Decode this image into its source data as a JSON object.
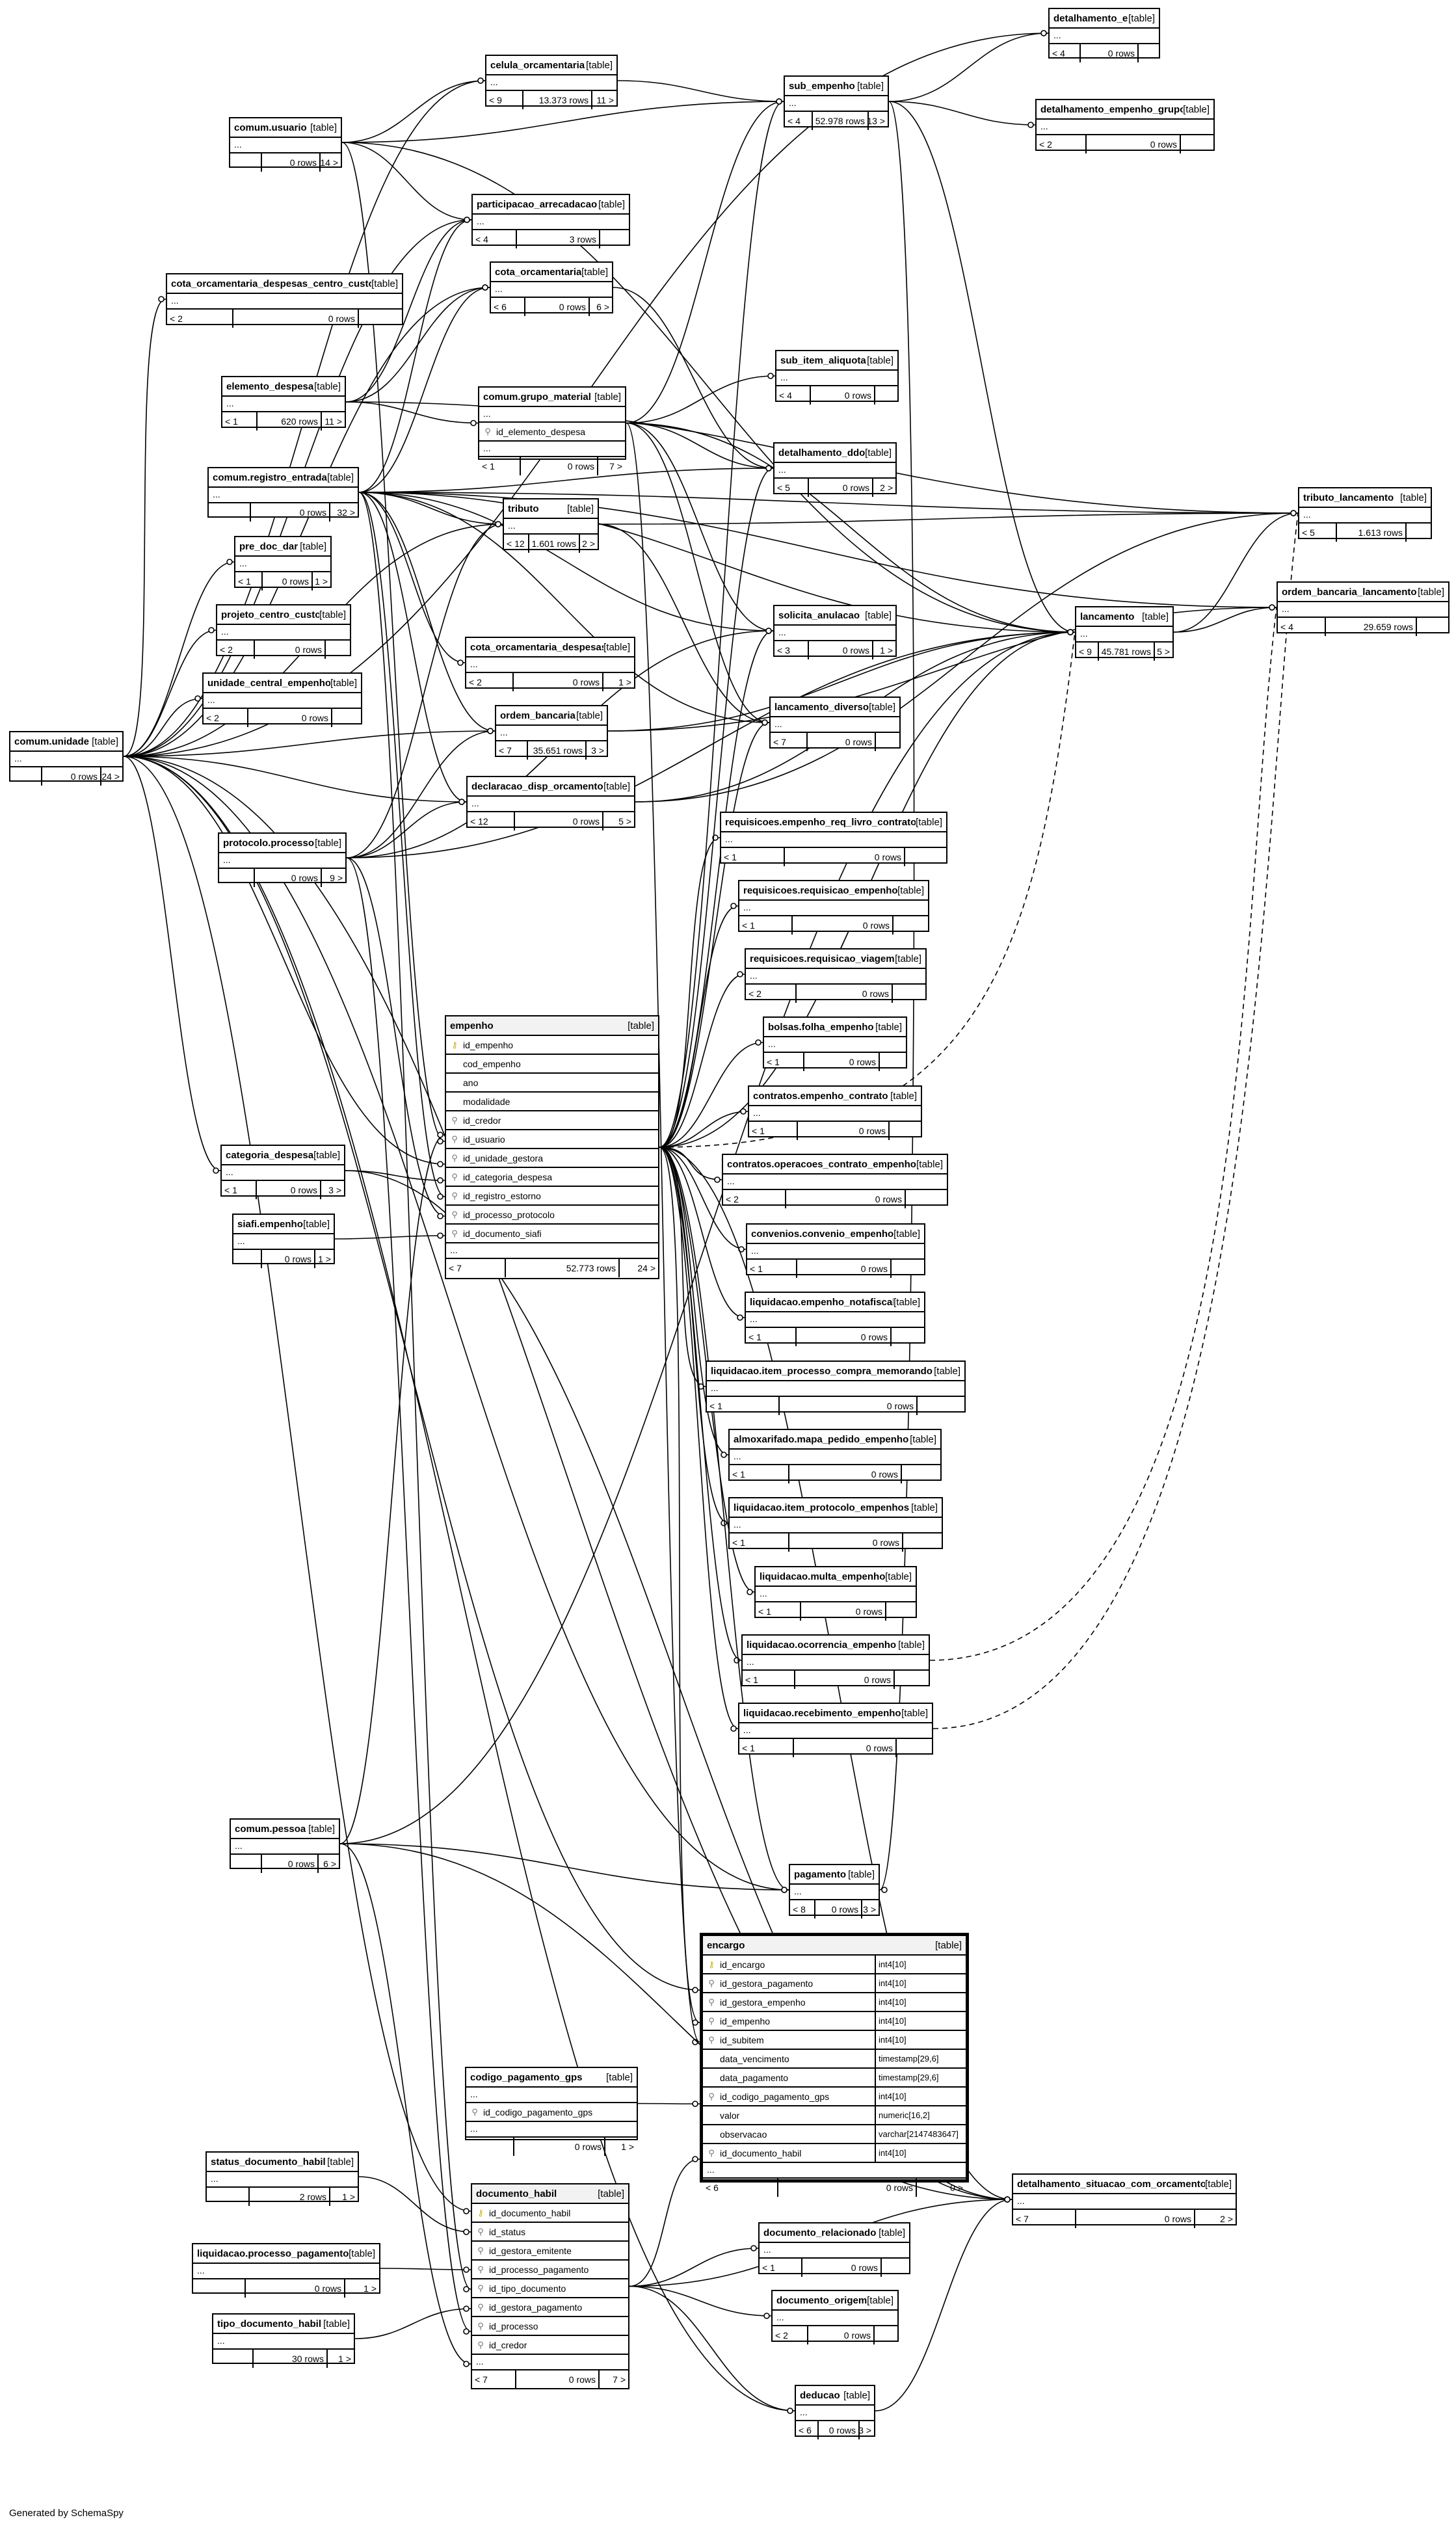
{
  "tag": "[table]",
  "footer": "Generated by SchemaSpy",
  "tables": {
    "detalhamento_empenho": {
      "name": "detalhamento_empenho",
      "parents": "< 4",
      "rows": "0 rows",
      "children": ""
    },
    "celula_orcamentaria": {
      "name": "celula_orcamentaria",
      "parents": "< 9",
      "rows": "13.373 rows",
      "children": "11 >"
    },
    "sub_empenho": {
      "name": "sub_empenho",
      "parents": "< 4",
      "rows": "52.978 rows",
      "children": "13 >"
    },
    "detalhamento_empenho_grupo": {
      "name": "detalhamento_empenho_grupo",
      "parents": "< 2",
      "rows": "0 rows",
      "children": ""
    },
    "comum_usuario": {
      "name": "comum.usuario",
      "parents": "",
      "rows": "0 rows",
      "children": "14 >"
    },
    "participacao_arrecadacao": {
      "name": "participacao_arrecadacao",
      "parents": "< 4",
      "rows": "3 rows",
      "children": ""
    },
    "cota_orcamentaria_despesas_centro_custo": {
      "name": "cota_orcamentaria_despesas_centro_custo",
      "parents": "< 2",
      "rows": "0 rows",
      "children": ""
    },
    "cota_orcamentaria": {
      "name": "cota_orcamentaria",
      "parents": "< 6",
      "rows": "0 rows",
      "children": "6 >"
    },
    "sub_item_aliquota": {
      "name": "sub_item_aliquota",
      "parents": "< 4",
      "rows": "0 rows",
      "children": ""
    },
    "elemento_despesa": {
      "name": "elemento_despesa",
      "parents": "< 1",
      "rows": "620 rows",
      "children": "11 >"
    },
    "comum_grupo_material": {
      "name": "comum.grupo_material",
      "parents": "< 1",
      "rows": "0 rows",
      "children": "7 >",
      "column": "id_elemento_despesa"
    },
    "detalhamento_ddo": {
      "name": "detalhamento_ddo",
      "parents": "< 5",
      "rows": "0 rows",
      "children": "2 >"
    },
    "comum_registro_entrada": {
      "name": "comum.registro_entrada",
      "parents": "",
      "rows": "0 rows",
      "children": "32 >"
    },
    "tributo": {
      "name": "tributo",
      "parents": "< 12",
      "rows": "1.601 rows",
      "children": "2 >"
    },
    "tributo_lancamento": {
      "name": "tributo_lancamento",
      "parents": "< 5",
      "rows": "1.613 rows",
      "children": ""
    },
    "pre_doc_dar": {
      "name": "pre_doc_dar",
      "parents": "< 1",
      "rows": "0 rows",
      "children": "1 >"
    },
    "ordem_bancaria_lancamento": {
      "name": "ordem_bancaria_lancamento",
      "parents": "< 4",
      "rows": "29.659 rows",
      "children": ""
    },
    "projeto_centro_custo": {
      "name": "projeto_centro_custo",
      "parents": "< 2",
      "rows": "0 rows",
      "children": ""
    },
    "solicita_anulacao": {
      "name": "solicita_anulacao",
      "parents": "< 3",
      "rows": "0 rows",
      "children": "1 >"
    },
    "lancamento": {
      "name": "lancamento",
      "parents": "< 9",
      "rows": "45.781 rows",
      "children": "5 >"
    },
    "cota_orcamentaria_despesas": {
      "name": "cota_orcamentaria_despesas",
      "parents": "< 2",
      "rows": "0 rows",
      "children": "1 >"
    },
    "unidade_central_empenho": {
      "name": "unidade_central_empenho",
      "parents": "< 2",
      "rows": "0 rows",
      "children": ""
    },
    "lancamento_diverso": {
      "name": "lancamento_diverso",
      "parents": "< 7",
      "rows": "0 rows",
      "children": ""
    },
    "ordem_bancaria": {
      "name": "ordem_bancaria",
      "parents": "< 7",
      "rows": "35.651 rows",
      "children": "3 >"
    },
    "comum_unidade": {
      "name": "comum.unidade",
      "parents": "",
      "rows": "0 rows",
      "children": "24 >"
    },
    "declaracao_disp_orcamento": {
      "name": "declaracao_disp_orcamento",
      "parents": "< 12",
      "rows": "0 rows",
      "children": "5 >"
    },
    "requisicoes_empenho_req_livro_contrato": {
      "name": "requisicoes.empenho_req_livro_contrato",
      "parents": "< 1",
      "rows": "0 rows",
      "children": ""
    },
    "protocolo_processo": {
      "name": "protocolo.processo",
      "parents": "",
      "rows": "0 rows",
      "children": "9 >"
    },
    "requisicoes_requisicao_empenho": {
      "name": "requisicoes.requisicao_empenho",
      "parents": "< 1",
      "rows": "0 rows",
      "children": ""
    },
    "requisicoes_requisicao_viagem": {
      "name": "requisicoes.requisicao_viagem",
      "parents": "< 2",
      "rows": "0 rows",
      "children": ""
    },
    "bolsas_folha_empenho": {
      "name": "bolsas.folha_empenho",
      "parents": "< 1",
      "rows": "0 rows",
      "children": ""
    },
    "contratos_empenho_contrato": {
      "name": "contratos.empenho_contrato",
      "parents": "< 1",
      "rows": "0 rows",
      "children": ""
    },
    "contratos_operacoes_contrato_empenho": {
      "name": "contratos.operacoes_contrato_empenho",
      "parents": "< 2",
      "rows": "0 rows",
      "children": ""
    },
    "convenios_convenio_empenho": {
      "name": "convenios.convenio_empenho",
      "parents": "< 1",
      "rows": "0 rows",
      "children": ""
    },
    "liquidacao_empenho_notafiscal": {
      "name": "liquidacao.empenho_notafiscal",
      "parents": "< 1",
      "rows": "0 rows",
      "children": ""
    },
    "liquidacao_item_processo_compra_memorando": {
      "name": "liquidacao.item_processo_compra_memorando",
      "parents": "< 1",
      "rows": "0 rows",
      "children": ""
    },
    "almoxarifado_mapa_pedido_empenho": {
      "name": "almoxarifado.mapa_pedido_empenho",
      "parents": "< 1",
      "rows": "0 rows",
      "children": ""
    },
    "liquidacao_item_protocolo_empenhos": {
      "name": "liquidacao.item_protocolo_empenhos",
      "parents": "< 1",
      "rows": "0 rows",
      "children": ""
    },
    "liquidacao_multa_empenho": {
      "name": "liquidacao.multa_empenho",
      "parents": "< 1",
      "rows": "0 rows",
      "children": ""
    },
    "liquidacao_ocorrencia_empenho": {
      "name": "liquidacao.ocorrencia_empenho",
      "parents": "< 1",
      "rows": "0 rows",
      "children": ""
    },
    "liquidacao_recebimento_empenho": {
      "name": "liquidacao.recebimento_empenho",
      "parents": "< 1",
      "rows": "0 rows",
      "children": ""
    },
    "categoria_despesa": {
      "name": "categoria_despesa",
      "parents": "< 1",
      "rows": "0 rows",
      "children": "3 >"
    },
    "siafi_empenho": {
      "name": "siafi.empenho",
      "parents": "",
      "rows": "0 rows",
      "children": "1 >"
    },
    "empenho": {
      "name": "empenho",
      "parents": "< 7",
      "rows": "52.773 rows",
      "children": "24 >",
      "columns": [
        {
          "n": "id_empenho",
          "k": "pk"
        },
        {
          "n": "cod_empenho",
          "k": ""
        },
        {
          "n": "ano",
          "k": ""
        },
        {
          "n": "modalidade",
          "k": ""
        },
        {
          "n": "id_credor",
          "k": "fk"
        },
        {
          "n": "id_usuario",
          "k": "fk"
        },
        {
          "n": "id_unidade_gestora",
          "k": "fk"
        },
        {
          "n": "id_categoria_despesa",
          "k": "fk"
        },
        {
          "n": "id_registro_estorno",
          "k": "fk"
        },
        {
          "n": "id_processo_protocolo",
          "k": "fk"
        },
        {
          "n": "id_documento_siafi",
          "k": "fk"
        }
      ]
    },
    "comum_pessoa": {
      "name": "comum.pessoa",
      "parents": "",
      "rows": "0 rows",
      "children": "6 >"
    },
    "pagamento": {
      "name": "pagamento",
      "parents": "< 8",
      "rows": "0 rows",
      "children": "3 >"
    },
    "encargo": {
      "name": "encargo",
      "parents": "< 6",
      "rows": "0 rows",
      "children": "0 >",
      "columns": [
        {
          "n": "id_encargo",
          "k": "pk",
          "t": "int4[10]"
        },
        {
          "n": "id_gestora_pagamento",
          "k": "fk",
          "t": "int4[10]"
        },
        {
          "n": "id_gestora_empenho",
          "k": "fk",
          "t": "int4[10]"
        },
        {
          "n": "id_empenho",
          "k": "fk",
          "t": "int4[10]"
        },
        {
          "n": "id_subitem",
          "k": "fk",
          "t": "int4[10]"
        },
        {
          "n": "data_vencimento",
          "k": "",
          "t": "timestamp[29,6]"
        },
        {
          "n": "data_pagamento",
          "k": "",
          "t": "timestamp[29,6]"
        },
        {
          "n": "id_codigo_pagamento_gps",
          "k": "fk",
          "t": "int4[10]"
        },
        {
          "n": "valor",
          "k": "",
          "t": "numeric[16,2]"
        },
        {
          "n": "observacao",
          "k": "",
          "t": "varchar[2147483647]"
        },
        {
          "n": "id_documento_habil",
          "k": "fk",
          "t": "int4[10]"
        }
      ]
    },
    "codigo_pagamento_gps": {
      "name": "codigo_pagamento_gps",
      "parents": "",
      "rows": "0 rows",
      "children": "1 >",
      "column": "id_codigo_pagamento_gps"
    },
    "detalhamento_situacao_com_orcamento": {
      "name": "detalhamento_situacao_com_orcamento",
      "parents": "< 7",
      "rows": "0 rows",
      "children": "2 >"
    },
    "status_documento_habil": {
      "name": "status_documento_habil",
      "parents": "",
      "rows": "2 rows",
      "children": "1 >"
    },
    "documento_habil": {
      "name": "documento_habil",
      "parents": "< 7",
      "rows": "0 rows",
      "children": "7 >",
      "columns": [
        {
          "n": "id_documento_habil",
          "k": "pk"
        },
        {
          "n": "id_status",
          "k": "fk"
        },
        {
          "n": "id_gestora_emitente",
          "k": "fk"
        },
        {
          "n": "id_processo_pagamento",
          "k": "fk"
        },
        {
          "n": "id_tipo_documento",
          "k": "fk"
        },
        {
          "n": "id_gestora_pagamento",
          "k": "fk"
        },
        {
          "n": "id_processo",
          "k": "fk"
        },
        {
          "n": "id_credor",
          "k": "fk"
        }
      ]
    },
    "documento_relacionado": {
      "name": "documento_relacionado",
      "parents": "< 1",
      "rows": "0 rows",
      "children": ""
    },
    "liquidacao_processo_pagamento": {
      "name": "liquidacao.processo_pagamento",
      "parents": "",
      "rows": "0 rows",
      "children": "1 >"
    },
    "documento_origem": {
      "name": "documento_origem",
      "parents": "< 2",
      "rows": "0 rows",
      "children": ""
    },
    "tipo_documento_habil": {
      "name": "tipo_documento_habil",
      "parents": "",
      "rows": "30 rows",
      "children": "1 >"
    },
    "deducao": {
      "name": "deducao",
      "parents": "< 6",
      "rows": "0 rows",
      "children": "3 >"
    }
  }
}
